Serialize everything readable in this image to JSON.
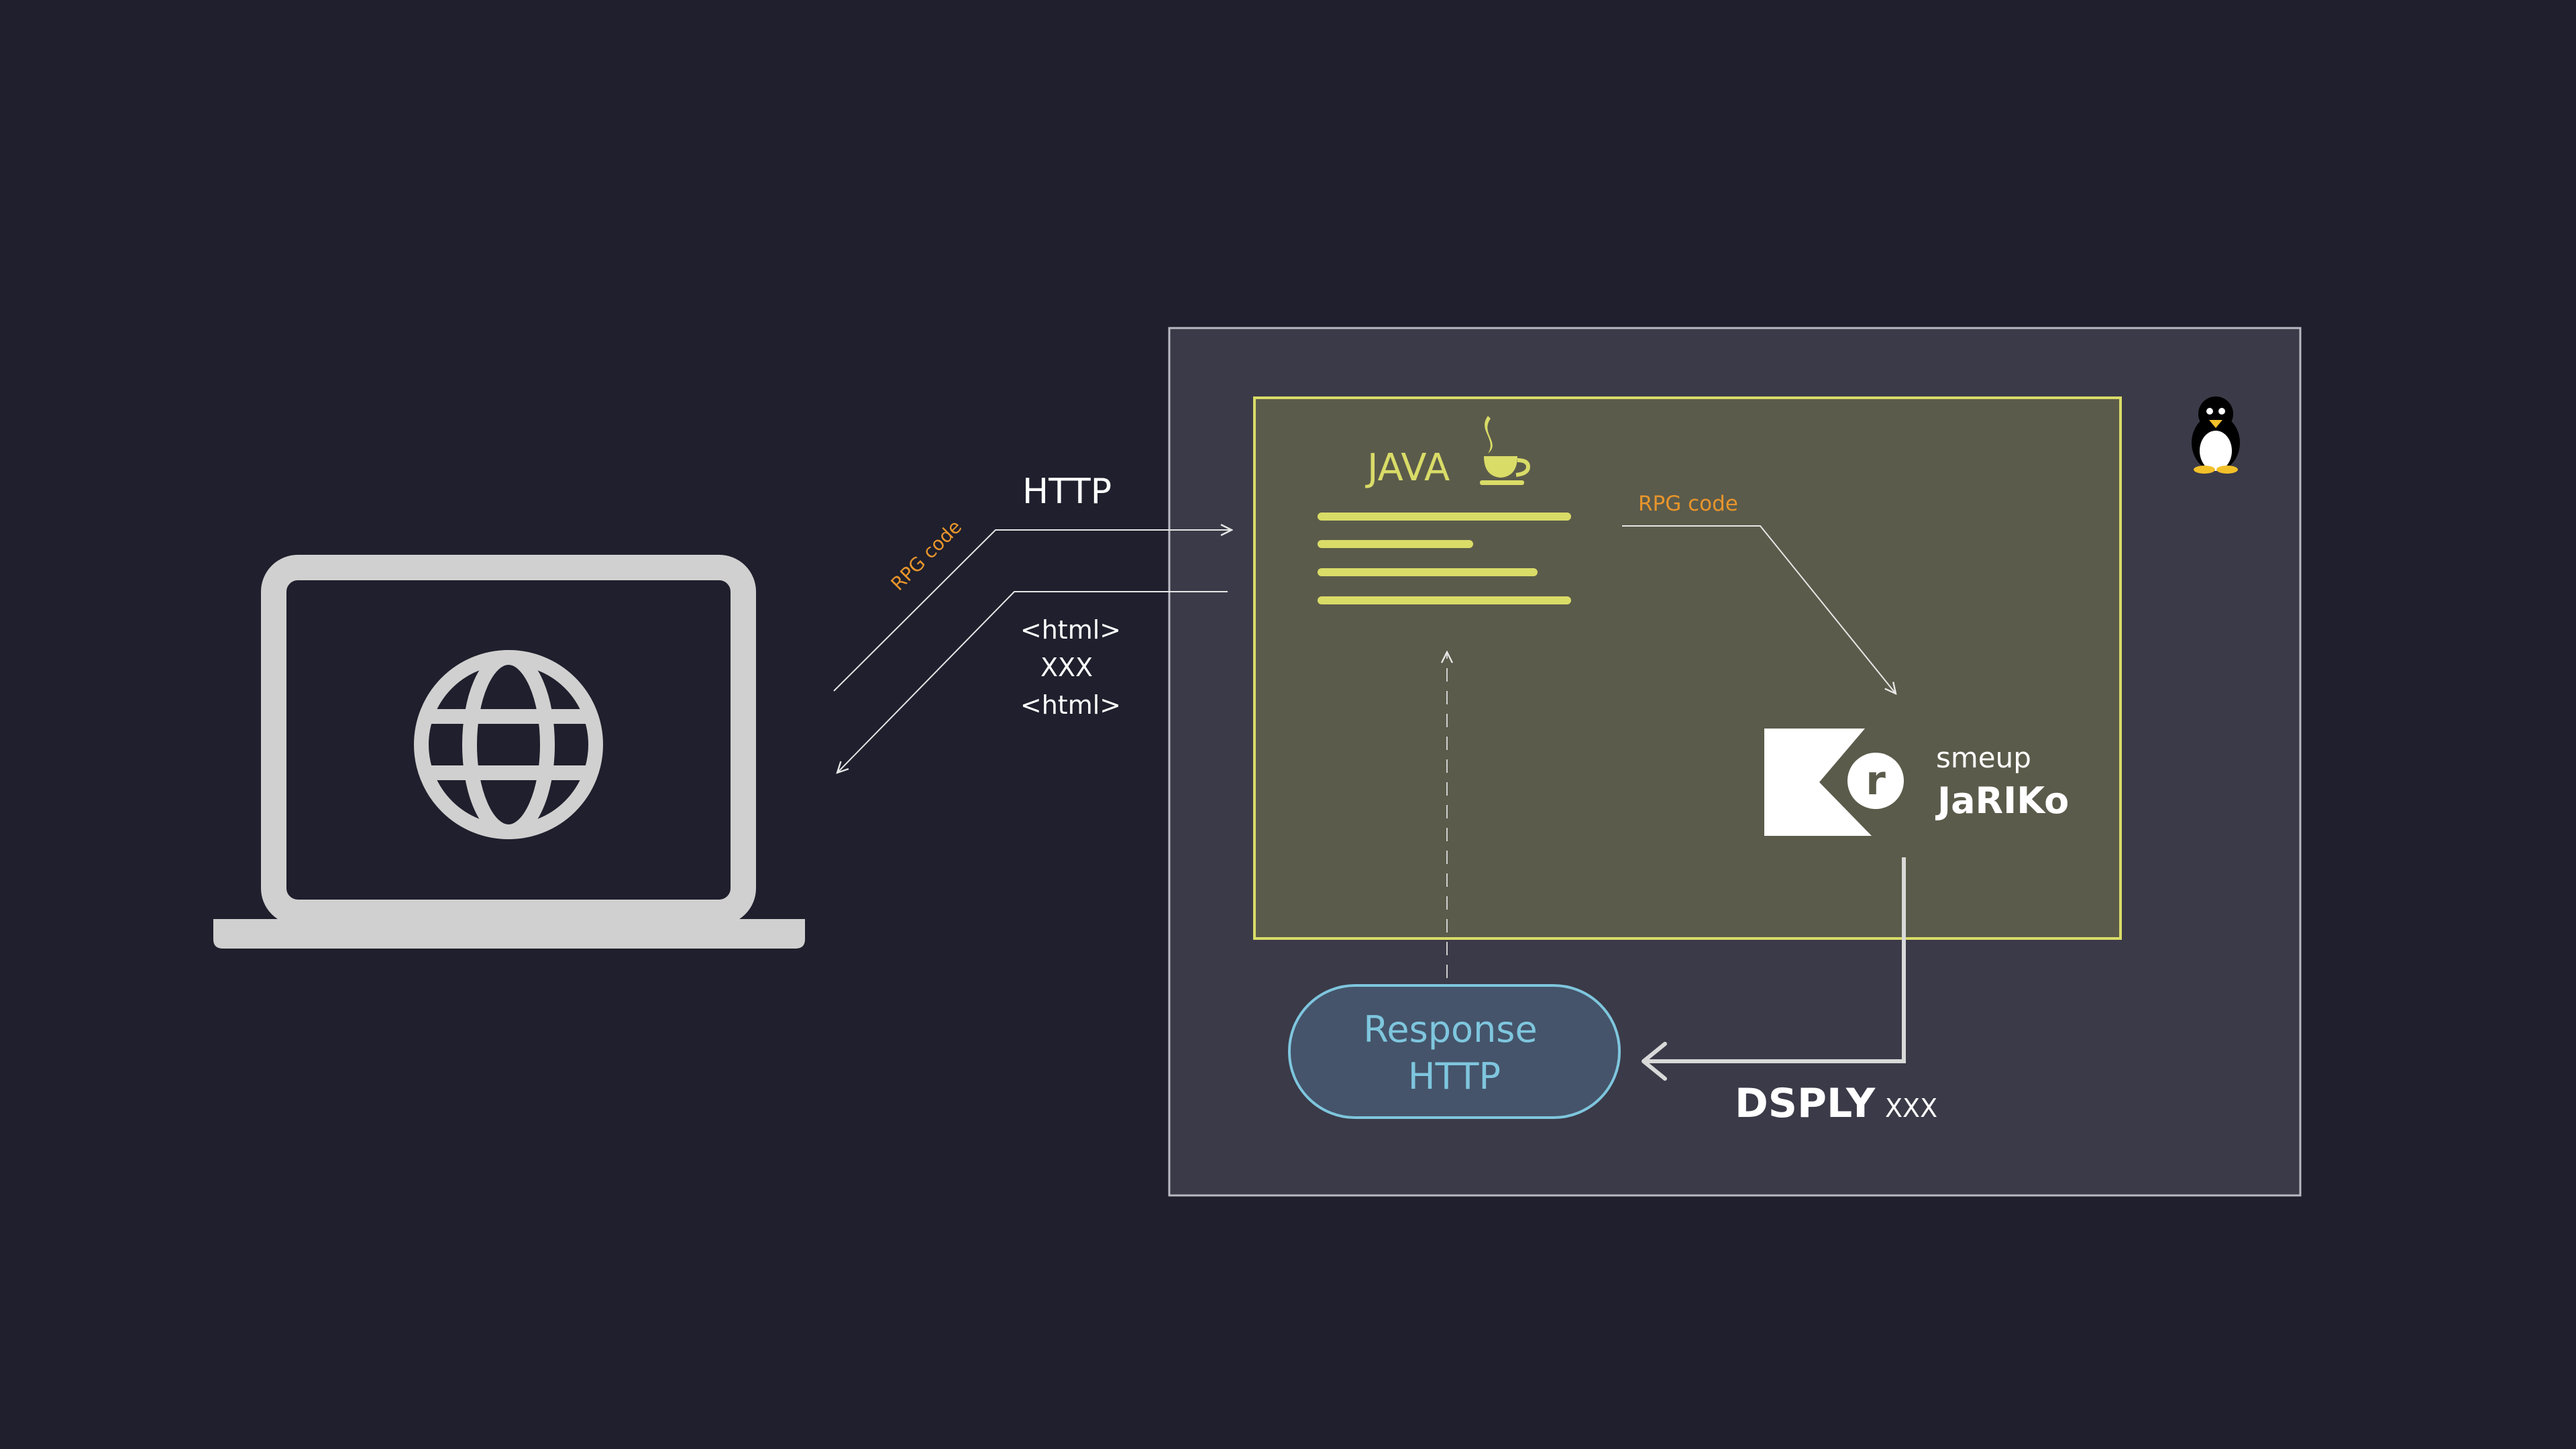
{
  "colors": {
    "background": "#1f1f2d",
    "server_box_fill": "#3b3a48",
    "server_box_border": "#b9b9c3",
    "java_box_fill": "#5b5b4b",
    "java_accent": "#d9dc67",
    "rpg_label": "#e8952b",
    "laptop": "#d0d0d0",
    "response_fill": "#45546a",
    "response_border": "#7ec6de",
    "response_text": "#7ec6de",
    "white_text": "#ffffff"
  },
  "client": {
    "rpg_label": "RPG code",
    "request_label": "HTTP",
    "response_lines": [
      "<html>",
      "XXX",
      "<html>"
    ]
  },
  "java": {
    "label": "JAVA",
    "rpg_label": "RPG code"
  },
  "jariko": {
    "brand_small": "smeup",
    "brand_name": "JaRIKo",
    "logo_letter": "r"
  },
  "response": {
    "line1": "Response",
    "line2": "HTTP"
  },
  "dsply": {
    "keyword": "DSPLY",
    "value": "XXX"
  },
  "icons": {
    "laptop": "laptop-globe-icon",
    "java": "coffee-cup-icon",
    "os": "linux-penguin-icon",
    "jariko": "jariko-logo-icon"
  }
}
